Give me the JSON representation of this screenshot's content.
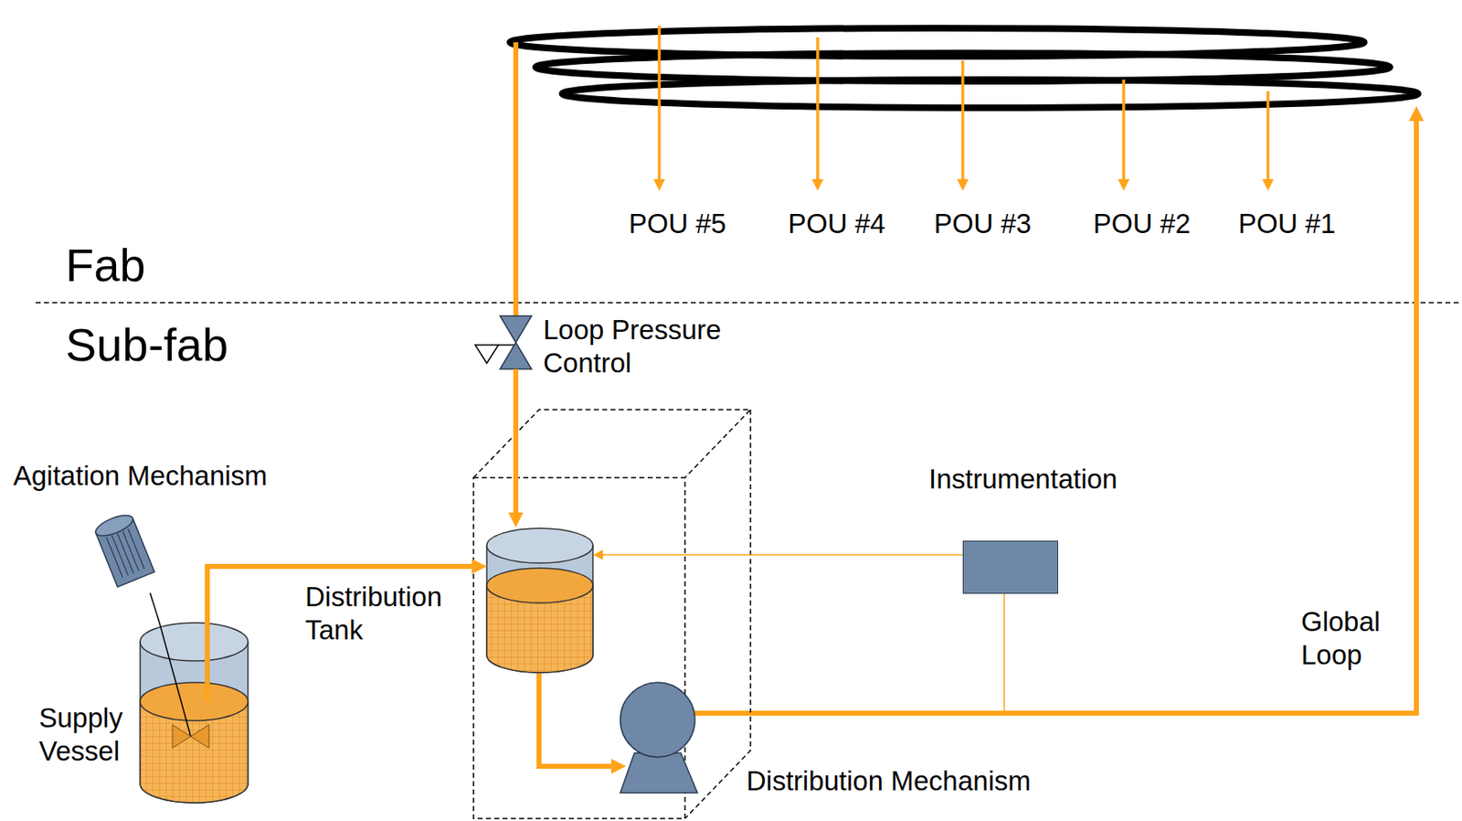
{
  "diagram": {
    "nodes": [
      {
        "text": [
          "Agitation Mechanism"
        ]
      },
      {
        "text": [
          "Supply Vessel"
        ]
      },
      {
        "text": [
          "Distribution Tank"
        ]
      },
      {
        "text": [
          "Distribution Mechanism"
        ]
      },
      {
        "text": [
          "Instrumentation"
        ]
      },
      {
        "text": [
          "Loop Pressure Control"
        ]
      }
    ],
    "edges": [
      {
        "from": 1,
        "to": 2,
        "arrow": "to"
      },
      {
        "from": 2,
        "to": 3,
        "arrow": "to"
      },
      {
        "from": 4,
        "to": 2,
        "arrow": "to"
      },
      {
        "from": 4,
        "to": 3,
        "arrow": "none"
      },
      {
        "from": 0,
        "to": 1,
        "arrow": "none"
      },
      {
        "from": 5,
        "to": 2,
        "arrow": "to"
      }
    ],
    "labels": [
      "Fab",
      "Sub-fab",
      "POU #5",
      "POU #4",
      "POU #3",
      "POU #2",
      "POU #1",
      "Global Loop"
    ]
  }
}
